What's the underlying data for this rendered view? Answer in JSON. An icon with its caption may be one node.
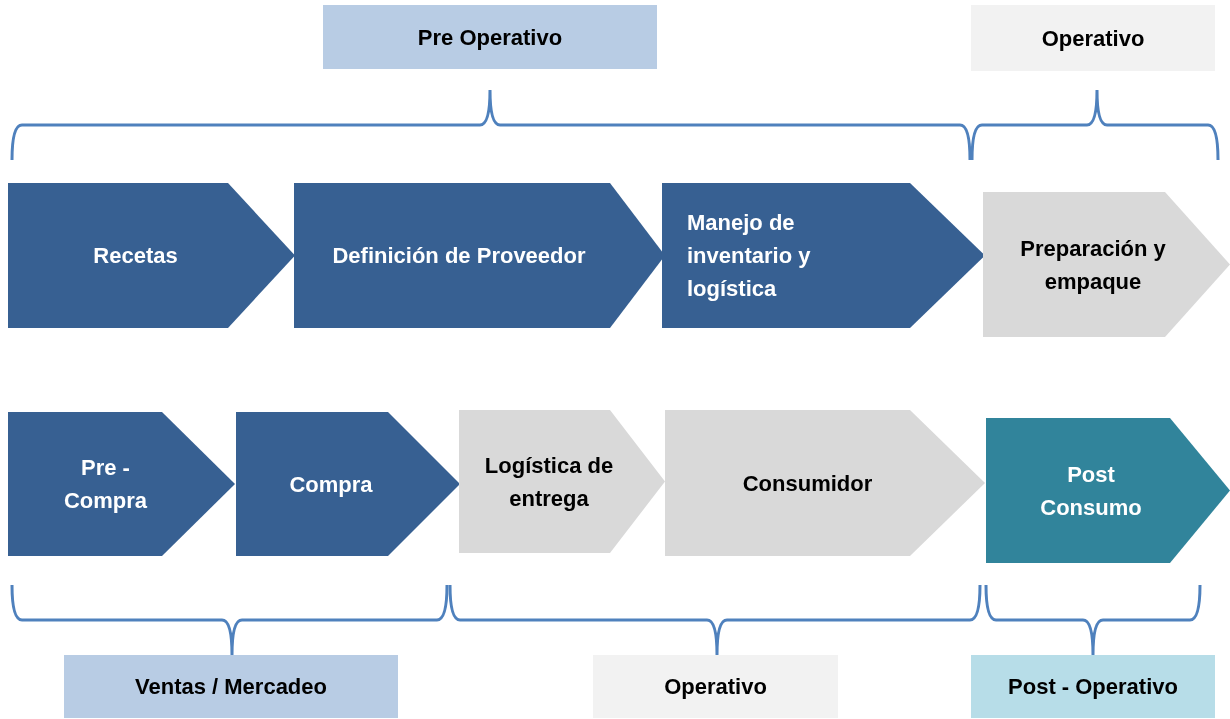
{
  "diagram": {
    "nodes": [
      {
        "text": [
          "Pre Operativo"
        ]
      },
      {
        "text": [
          "Operativo"
        ]
      },
      {
        "text": [
          "Recetas"
        ]
      },
      {
        "text": [
          "Definición de Proveedor"
        ]
      },
      {
        "text": [
          "Manejo de inventario y logística"
        ]
      },
      {
        "text": [
          "Preparación y empaque"
        ]
      },
      {
        "text": [
          "Pre - Compra"
        ]
      },
      {
        "text": [
          "Compra"
        ]
      },
      {
        "text": [
          "Logística de entrega"
        ]
      },
      {
        "text": [
          "Consumidor"
        ]
      },
      {
        "text": [
          "Post Consumo"
        ]
      },
      {
        "text": [
          "Ventas / Mercadeo"
        ]
      },
      {
        "text": [
          "Operativo"
        ]
      },
      {
        "text": [
          "Post - Operativo"
        ]
      }
    ]
  }
}
